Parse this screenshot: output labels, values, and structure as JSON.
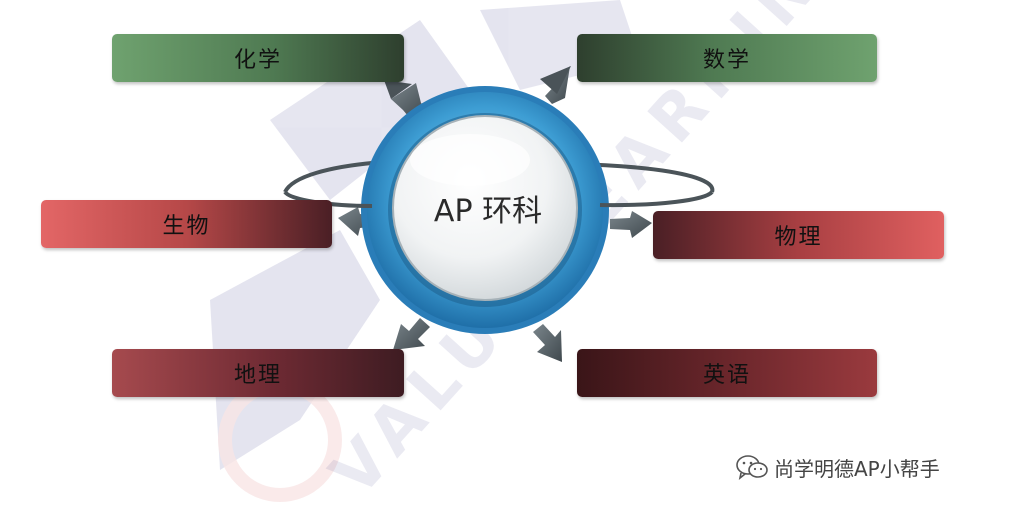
{
  "center": {
    "label": "AP 环科"
  },
  "subjects": {
    "chemistry": "化学",
    "math": "数学",
    "biology": "生物",
    "physics": "物理",
    "geography": "地理",
    "english": "英语"
  },
  "footer": {
    "text": "尚学明德AP小帮手",
    "icon": "wechat-icon"
  },
  "watermark": {
    "text": "VALUE LEARNING"
  },
  "colors": {
    "green": "#4f7a52",
    "red": "#d85a5a",
    "dark_red": "#5a2028",
    "ring_blue": "#3a9ad0"
  }
}
